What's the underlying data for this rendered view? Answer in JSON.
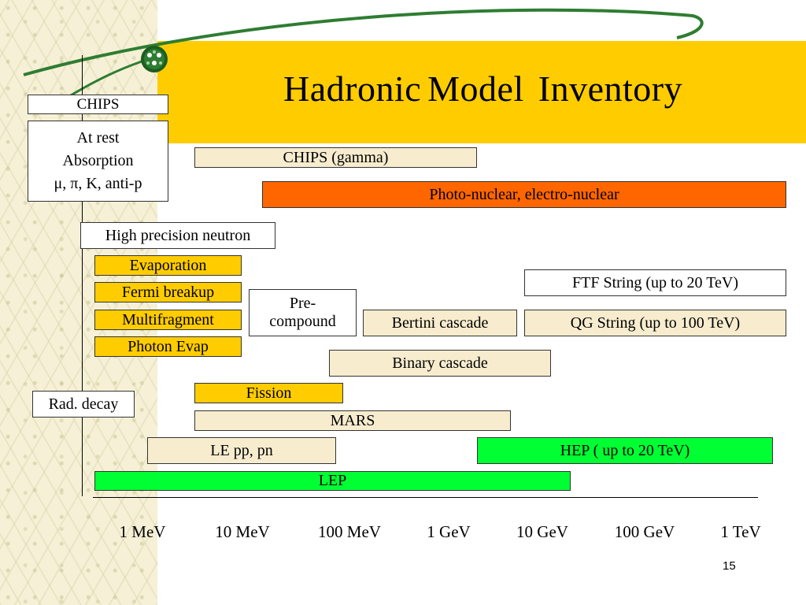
{
  "title": {
    "word1": "Hadronic",
    "word2": "Model",
    "word3": "Inventory"
  },
  "page_number": "15",
  "left_column": {
    "chips": "CHIPS",
    "at_rest": {
      "line1": "At rest",
      "line2": "Absorption",
      "line3": "μ, π, K, anti-p"
    },
    "rad_decay": "Rad. decay"
  },
  "models": {
    "chips_gamma": "CHIPS (gamma)",
    "photo_nuclear": "Photo-nuclear, electro-nuclear",
    "high_precision_neutron": "High precision neutron",
    "evaporation": "Evaporation",
    "fermi_breakup": "Fermi breakup",
    "multifragment": "Multifragment",
    "photon_evap": "Photon Evap",
    "precompound": {
      "line1": "Pre-",
      "line2": "compound"
    },
    "bertini": "Bertini cascade",
    "ftf_string": "FTF String (up to 20 TeV)",
    "qg_string": "QG String (up to 100 TeV)",
    "binary": "Binary cascade",
    "fission": "Fission",
    "mars": "MARS",
    "le_pp": "LE pp, pn",
    "hep": "HEP  ( up to 20 TeV)",
    "lep": "LEP"
  },
  "axis_ticks": [
    "1 MeV",
    "10 MeV",
    "100 MeV",
    "1 GeV",
    "10 GeV",
    "100 GeV",
    "1 TeV"
  ],
  "colors": {
    "title_band": "#ffcc00",
    "beige": "#f7ecce",
    "orange": "#ff6600",
    "green": "#00ff33",
    "yellow": "#ffcc00"
  }
}
